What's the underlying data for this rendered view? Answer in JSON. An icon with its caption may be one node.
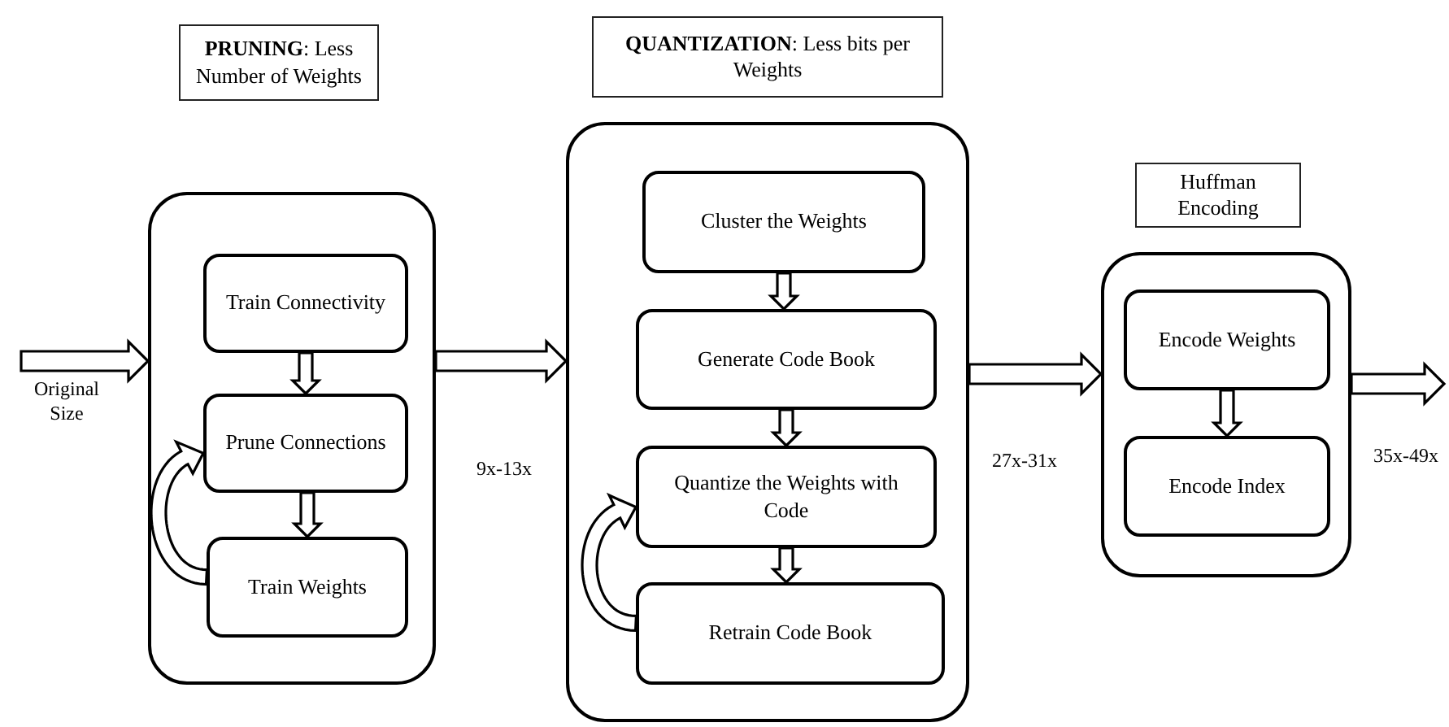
{
  "diagram": {
    "nodes": [
      {
        "text": [
          "**PRUNING**: Less Number of Weights"
        ]
      },
      {
        "text": [],
        "shape": "box"
      },
      {
        "text": [
          "Train Connectivity"
        ],
        "in": 1
      },
      {
        "text": [
          "Prune Connections"
        ],
        "in": 1
      },
      {
        "text": [
          "Train Weights"
        ],
        "in": 1
      },
      {
        "text": [
          "**QUANTIZATION**: Less bits per Weights"
        ]
      },
      {
        "text": [],
        "shape": "box"
      },
      {
        "text": [
          "Cluster the Weights"
        ],
        "in": 6
      },
      {
        "text": [
          "Generate Code Book"
        ],
        "in": 6
      },
      {
        "text": [
          "Quantize the Weights with Code"
        ],
        "in": 6
      },
      {
        "text": [
          "Retrain Code Book"
        ],
        "in": 6
      },
      {
        "text": [
          "Huffman Encoding"
        ]
      },
      {
        "text": [],
        "shape": "box"
      },
      {
        "text": [
          "Encode Weights"
        ],
        "in": 12
      },
      {
        "text": [
          "Encode Index"
        ],
        "in": 12
      }
    ],
    "edges": [
      {
        "from": null,
        "to": 1,
        "arrow": "to"
      },
      {
        "from": 1,
        "to": 6,
        "arrow": "to"
      },
      {
        "from": 6,
        "to": 12,
        "arrow": "to"
      },
      {
        "from": 12,
        "to": null,
        "arrow": "to"
      },
      {
        "from": 2,
        "to": 3,
        "arrow": "to"
      },
      {
        "from": 3,
        "to": 4,
        "arrow": "to"
      },
      {
        "from": 4,
        "to": 3,
        "arrow": "to"
      },
      {
        "from": 7,
        "to": 8,
        "arrow": "to"
      },
      {
        "from": 8,
        "to": 9,
        "arrow": "to"
      },
      {
        "from": 9,
        "to": 10,
        "arrow": "to"
      },
      {
        "from": 10,
        "to": 9,
        "arrow": "to"
      },
      {
        "from": 13,
        "to": 14,
        "arrow": "to"
      }
    ],
    "labels": [
      "Original Size",
      "9x-13x",
      "27x-31x",
      "35x-49x"
    ]
  }
}
